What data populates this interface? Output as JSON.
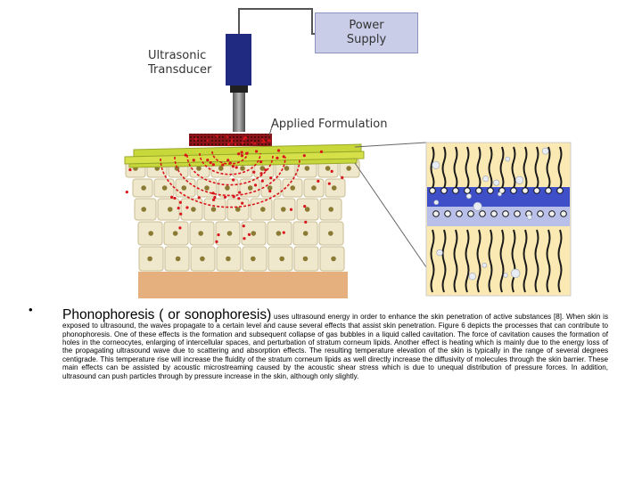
{
  "figure": {
    "transducer_label": "Ultrasonic Transducer",
    "power_label": "Power Supply",
    "formulation_label": "Applied Formulation",
    "colors": {
      "power_box": "#c9cde8",
      "transducer": "#1f2a80",
      "skin_cell": "#f0e8cc",
      "nucleus": "#8a7a34",
      "formulation_layer": "#c8d83a",
      "wave": "#d8141c",
      "lipid_band": "#3f4fc8",
      "intercellular": "#fbe9b4"
    }
  },
  "text": {
    "bullet": "•",
    "heading": "Phonophoresis ( or sonophoresis)",
    "body": " uses ultrasound energy in order to enhance the skin penetration of active substances [8]. When skin is exposed to ultrasound, the waves propagate to a certain level and cause several effects that assist skin penetration. Figure 6 depicts the processes that can contribute to phonophoresis. One of these effects is the formation and subsequent collapse of gas bubbles in a liquid called cavitation. The force of cavitation causes the formation of holes in the corneocytes, enlarging of intercellular spaces, and perturbation of stratum corneum lipids. Another effect is heating which is mainly due to the energy loss of the propagating ultrasound wave due to scattering and absorption effects. The resulting temperature elevation of the skin is typically in the range of several degrees centigrade. This temperature rise will increase the fluidity of the stratum corneum lipids as well directly increase the diffusivity of molecules through the skin barrier. These main effects can be assisted by acoustic microstreaming caused by the acoustic shear stress which is due to unequal distribution of pressure forces. In addition, ultrasound can push particles through by pressure increase in the skin, although only slightly."
  }
}
